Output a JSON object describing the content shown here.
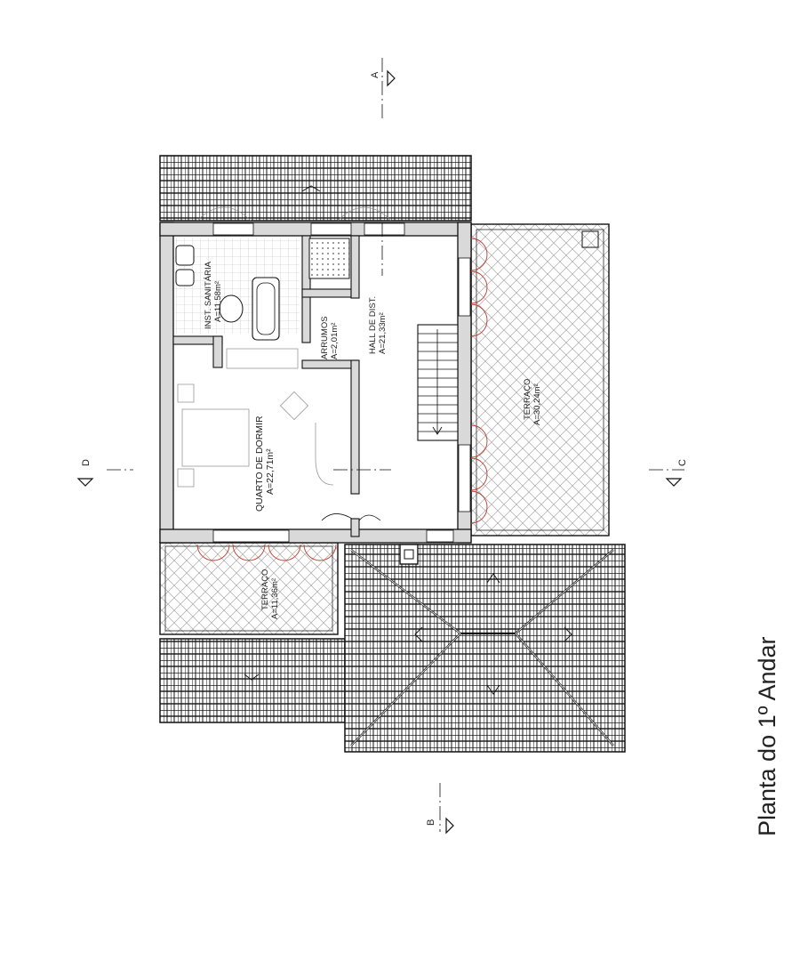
{
  "drawing": {
    "title": "Planta do 1º Andar"
  },
  "rooms": [
    {
      "id": "inst_sanitaria",
      "name": "INST. SANITÁRIA",
      "area": "A=11,58m²"
    },
    {
      "id": "arrumos",
      "name": "ARRUMOS",
      "area": "A=2,01m²"
    },
    {
      "id": "hall",
      "name": "HALL DE DIST.",
      "area": "A=21,33m²"
    },
    {
      "id": "quarto",
      "name": "QUARTO DE DORMIR",
      "area": "A=22,71m²"
    },
    {
      "id": "terraco_big",
      "name": "TERRAÇO",
      "area": "A=30,24m²"
    },
    {
      "id": "terraco_small",
      "name": "TERRAÇO",
      "area": "A=11,36m²"
    }
  ],
  "section_marks": [
    {
      "id": "A",
      "label": "A"
    },
    {
      "id": "B",
      "label": "B"
    },
    {
      "id": "C",
      "label": "C"
    },
    {
      "id": "D",
      "label": "D"
    }
  ],
  "colors": {
    "line": "#1a1a1a",
    "wall": "#d9d9d9",
    "tile": "#333333",
    "hatch": "#9a9a9a",
    "door": "#c0392b"
  }
}
